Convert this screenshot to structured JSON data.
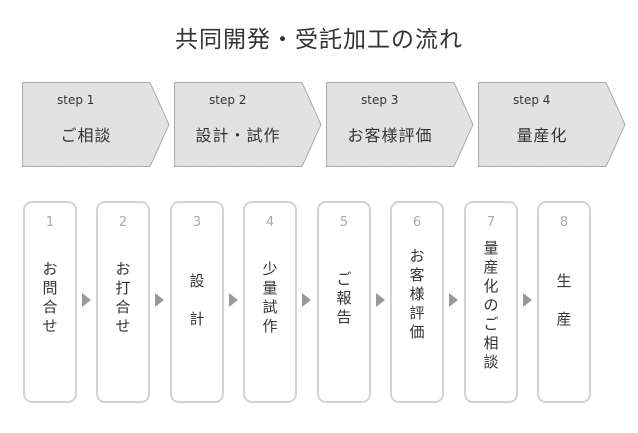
{
  "title": "共同開発・受託加工の流れ",
  "steps": [
    {
      "label": "step 1",
      "title": "ご相談"
    },
    {
      "label": "step 2",
      "title": "設計・試作"
    },
    {
      "label": "step 3",
      "title": "お客様評価"
    },
    {
      "label": "step 4",
      "title": "量産化"
    }
  ],
  "process": [
    {
      "num": "1",
      "text": "お\n問\n合\nせ"
    },
    {
      "num": "2",
      "text": "お\n打\n合\nせ"
    },
    {
      "num": "3",
      "text": "設\n\n計"
    },
    {
      "num": "4",
      "text": "少\n量\n試\n作"
    },
    {
      "num": "5",
      "text": "ご\n報\n告"
    },
    {
      "num": "6",
      "text": "お\n客\n様\n評\n価"
    },
    {
      "num": "7",
      "text": "量\n産\n化\nの\nご\n相\n談"
    },
    {
      "num": "8",
      "text": "生\n\n産"
    }
  ],
  "colors": {
    "step_fill": "#e4e4e4",
    "step_border": "#aaaaaa",
    "box_border": "#d3d3d3",
    "arrow": "#999999",
    "number": "#aaaaaa"
  }
}
